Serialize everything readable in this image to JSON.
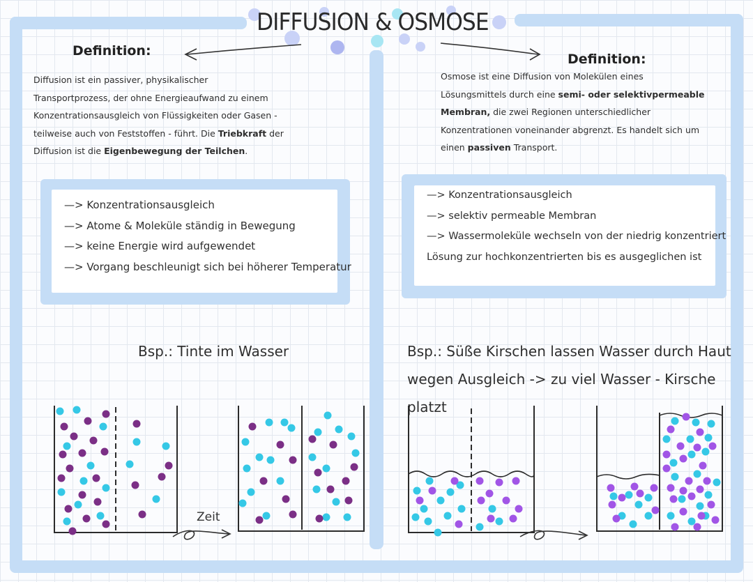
{
  "title": "DIFFUSION & OSMOSE",
  "diffusion": {
    "heading": "Definition:",
    "lines": [
      "Diffusion ist ein passiver, physikalischer",
      "Transportprozess, der ohne Energieaufwand zu einem",
      "Konzentrationsausgleich von Flüssigkeiten oder Gasen -",
      "teilweise auch von Feststoffen - führt. Die ",
      "Triebkraft",
      " der",
      "Diffusion ist die ",
      "Eigenbewegung der Teilchen",
      "."
    ],
    "bullets": [
      "—> Konzentrationsausgleich",
      "—> Atome & Moleküle ständig in Bewegung",
      "—> keine Energie wird aufgewendet",
      "—> Vorgang beschleunigt sich bei höherer Temperatur"
    ],
    "example": "Bsp.: Tinte im Wasser",
    "time_label": "Zeit"
  },
  "osmosis": {
    "heading": "Definition:",
    "lines": [
      "Osmose ist eine Diffusion von Molekülen eines",
      "Lösungsmittels durch eine ",
      "semi- oder selektivpermeable",
      "Membran,",
      " die zwei Regionen unterschiedlicher",
      "Konzentrationen voneinander abgrenzt. Es handelt sich um",
      "einen ",
      "passiven",
      " Transport."
    ],
    "bullets": [
      "—> Konzentrationsausgleich",
      "—> selektiv permeable Membran",
      "—> Wassermoleküle wechseln von der niedrig konzentriert",
      "Lösung zur hochkonzentrierten bis es ausgeglichen ist"
    ],
    "example_line1": "Bsp.: Süße Kirschen lassen Wasser durch Haut",
    "example_line2": "wegen Ausgleich -> zu viel Wasser - Kirsche platzt"
  },
  "colors": {
    "frame": "#c5ddf6",
    "cyan": "#35c8e6",
    "purple": "#7b2f86",
    "violet": "#a155e6"
  }
}
